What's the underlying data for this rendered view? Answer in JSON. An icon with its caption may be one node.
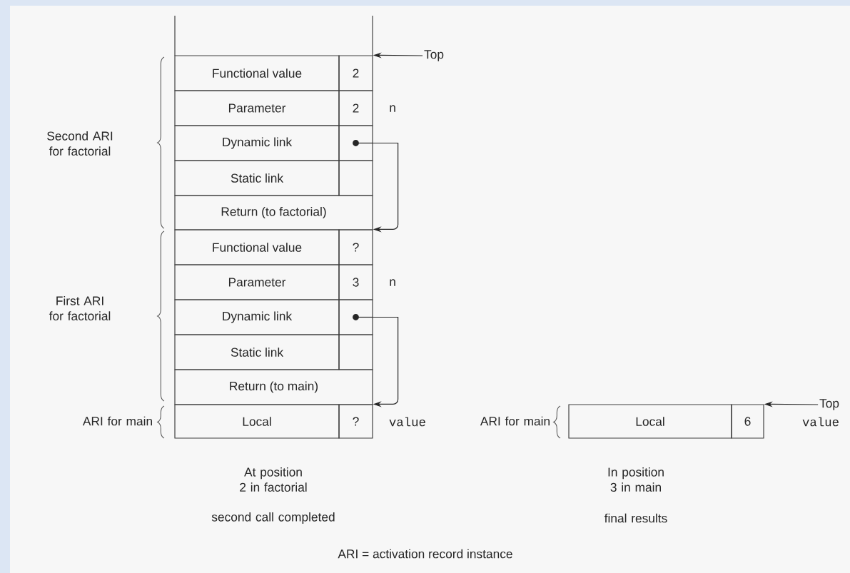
{
  "diagram": {
    "caption": "ARI = activation record instance",
    "nodes": [
      {
        "text": [
          "Functional value"
        ]
      },
      {
        "text": [
          "2"
        ]
      },
      {
        "text": [
          "Parameter"
        ]
      },
      {
        "text": [
          "2"
        ],
        "beside": [
          "n"
        ]
      },
      {
        "text": [
          "Dynamic link"
        ]
      },
      {
        "text": [],
        "shape": "box"
      },
      {
        "text": [
          "Static link"
        ]
      },
      {
        "text": [],
        "shape": "box"
      },
      {
        "text": [
          "Return (to factorial)"
        ]
      },
      {
        "text": [
          "Functional value"
        ]
      },
      {
        "text": [
          "?"
        ]
      },
      {
        "text": [
          "Parameter"
        ]
      },
      {
        "text": [
          "3"
        ],
        "beside": [
          "n"
        ]
      },
      {
        "text": [
          "Dynamic link"
        ]
      },
      {
        "text": [],
        "shape": "box"
      },
      {
        "text": [
          "Static link"
        ]
      },
      {
        "text": [],
        "shape": "box"
      },
      {
        "text": [
          "Return (to main)"
        ]
      },
      {
        "text": [
          "Local"
        ]
      },
      {
        "text": [
          "?"
        ],
        "beside": [
          "value"
        ]
      },
      {
        "text": [
          "Local"
        ]
      },
      {
        "text": [
          "6"
        ]
      },
      {
        "text": [
          "Top"
        ]
      },
      {
        "text": [
          "Top"
        ]
      }
    ],
    "edges": [
      {
        "from": 22,
        "to": 1,
        "arrow": "to"
      },
      {
        "from": 5,
        "to": 10,
        "arrow": "to"
      },
      {
        "from": 14,
        "to": 19,
        "arrow": "to"
      },
      {
        "from": 23,
        "to": 21,
        "arrow": "to"
      }
    ],
    "labels": [
      "Second ARI for factorial",
      "First ARI for factorial",
      "ARI for main",
      "ARI for main",
      "At position 2 in factorial",
      "second call completed",
      "In position 3 in main",
      "final results",
      "value"
    ]
  }
}
